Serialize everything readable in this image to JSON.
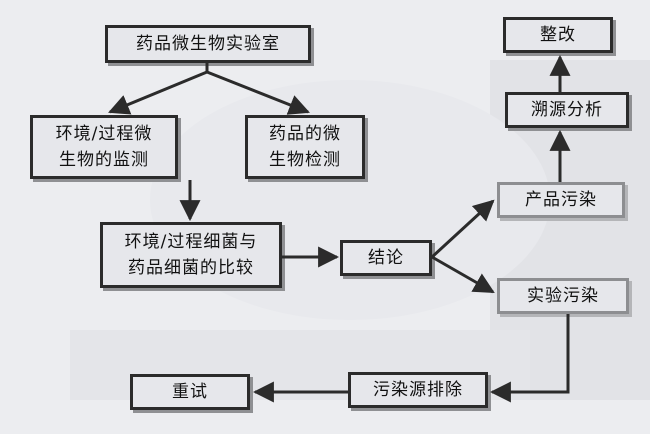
{
  "diagram": {
    "nodes": {
      "lab": "药品微生物实验室",
      "env_monitor": "环境/过程微\n生物的监测",
      "drug_detect": "药品的微\n生物检测",
      "compare": "环境/过程细菌与\n药品细菌的比较",
      "conclusion": "结论",
      "product_contam": "产品污染",
      "trace": "溯源分析",
      "rectify": "整改",
      "lab_contam": "实验污染",
      "eliminate": "污染源排除",
      "retest": "重试"
    }
  }
}
